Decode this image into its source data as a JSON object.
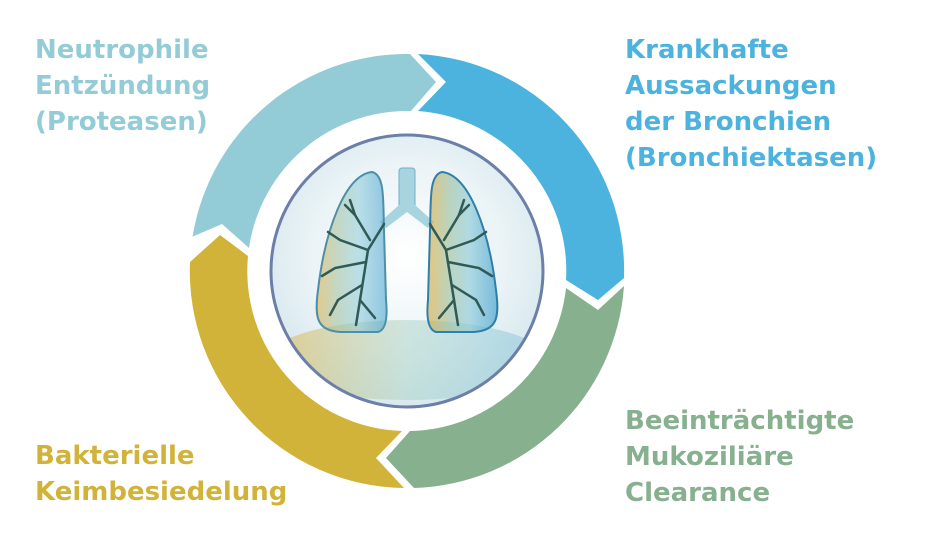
{
  "diagram": {
    "type": "cycle",
    "center_image": "lungs-illustration",
    "steps": [
      {
        "position": "top-left",
        "lines": [
          "Neutrophile",
          "Entzündung",
          "(Proteasen)"
        ],
        "color": "#93ccd6"
      },
      {
        "position": "top-right",
        "lines": [
          "Krankhafte",
          "Aussackungen",
          "der Bronchien",
          "(Bronchiektasen)"
        ],
        "color": "#4cb3de"
      },
      {
        "position": "bottom-right",
        "lines": [
          "Beeinträchtigte",
          "Mukoziliäre",
          "Clearance"
        ],
        "color": "#86b08e"
      },
      {
        "position": "bottom-left",
        "lines": [
          "Bakterielle",
          "Keimbesiedelung"
        ],
        "color": "#d2b33a"
      }
    ],
    "ring_border_color": "#6b7fa8"
  }
}
